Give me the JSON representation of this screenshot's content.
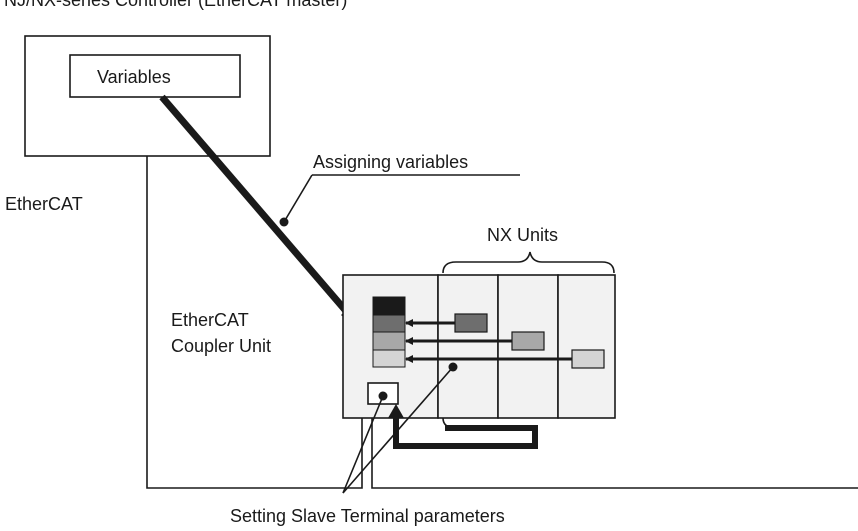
{
  "header_partial": "NJ/NX-series Controller (EtherCAT master)",
  "controller": {
    "variables_label": "Variables"
  },
  "network": {
    "ethercat_label": "EtherCAT"
  },
  "coupler": {
    "label_line1": "EtherCAT",
    "label_line2": "Coupler Unit"
  },
  "nx_units": {
    "label": "NX Units"
  },
  "annotations": {
    "assigning_variables": "Assigning variables",
    "setting_parameters": "Setting Slave Terminal parameters"
  },
  "colors": {
    "line": "#1a1a1a",
    "unit_fill": "#f2f2f2",
    "block_black": "#1a1a1a",
    "block_dark": "#6e6e6e",
    "block_mid": "#a8a8a8",
    "block_light": "#d4d4d4"
  }
}
